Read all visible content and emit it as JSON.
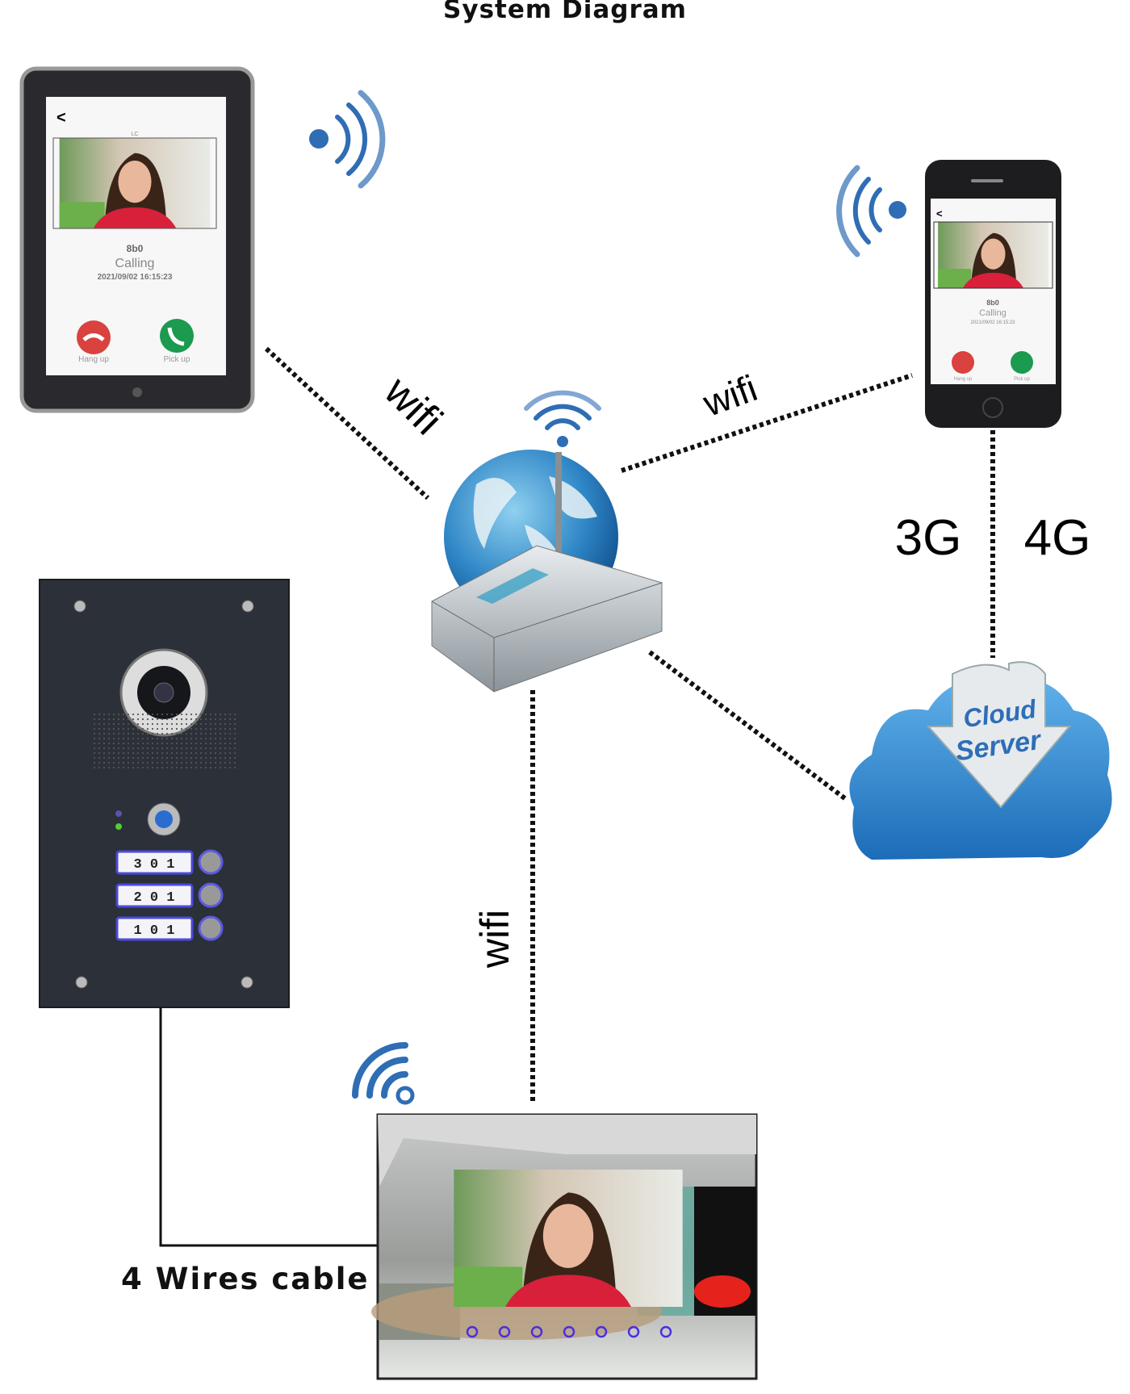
{
  "title": "System Diagram",
  "tablet": {
    "back": "<",
    "caller_tag": "LC",
    "name": "8b0",
    "status": "Calling",
    "datetime": "2021/09/02 16:15:23",
    "hang_up": "Hang up",
    "pick_up": "Pick up"
  },
  "phone": {
    "back": "<",
    "name": "8b0",
    "status": "Calling",
    "datetime": "2021/09/02 16:15:23",
    "hang_up": "Hang up",
    "pick_up": "Pick up"
  },
  "links": {
    "tablet_router": "wifi",
    "router_phone": "wifi",
    "router_monitor": "wifi",
    "phone_cloud_left": "3G",
    "phone_cloud_right": "4G",
    "door_monitor": "4 Wires cable"
  },
  "cloud": {
    "line1": "Cloud",
    "line2": "Server"
  },
  "door_station": {
    "buttons": [
      "3 0 1",
      "2 0 1",
      "1 0 1"
    ]
  },
  "monitor": {
    "icons": [
      "unlock-icon",
      "unlock2-icon",
      "settings-icon",
      "monitor-eye-icon",
      "intercom-icon",
      "record-icon",
      "call-icon"
    ]
  },
  "colors": {
    "wifi_blue": "#2f6db5",
    "hang_up": "#d9423f",
    "pick_up": "#1c9a4f",
    "cloud": "#2e86d1",
    "panel": "#2c3038"
  }
}
